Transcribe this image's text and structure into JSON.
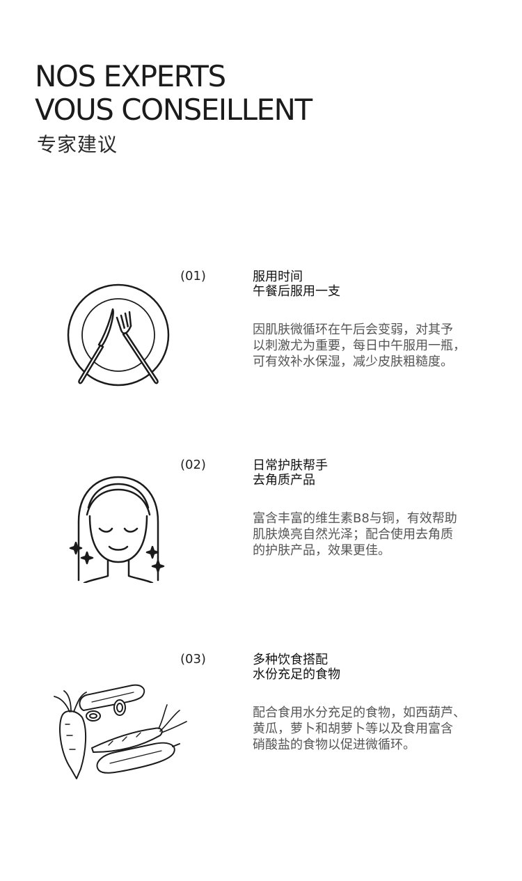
{
  "header": {
    "title_line1": "NOS EXPERTS",
    "title_line2": "VOUS CONSEILLENT",
    "subtitle": "专家建议"
  },
  "sections": [
    {
      "number": "(01)",
      "heading_line1": "服用时间",
      "heading_line2": "午餐后服用一支",
      "desc_lines": [
        "因肌肤微循环在午后会变弱，对其予",
        "以刺激尤为重要，每日中午服用一瓶，",
        "可有效补水保湿，减少皮肤粗糙度。"
      ],
      "icon": "plate-fork-knife-icon"
    },
    {
      "number": "(02)",
      "heading_line1": "日常护肤帮手",
      "heading_line2": "去角质产品",
      "desc_lines": [
        "富含丰富的维生素B8与铜，有效帮助",
        "肌肤焕亮自然光泽；配合使用去角质",
        "的护肤产品，效果更佳。"
      ],
      "icon": "glowing-face-icon"
    },
    {
      "number": "(03)",
      "heading_line1": "多种饮食搭配",
      "heading_line2": "水份充足的食物",
      "desc_lines": [
        "配合食用水分充足的食物，如西葫芦、",
        "黄瓜，萝卜和胡萝卜等以及食用富含",
        "硝酸盐的食物以促进微循环。"
      ],
      "icon": "vegetables-icon"
    }
  ]
}
